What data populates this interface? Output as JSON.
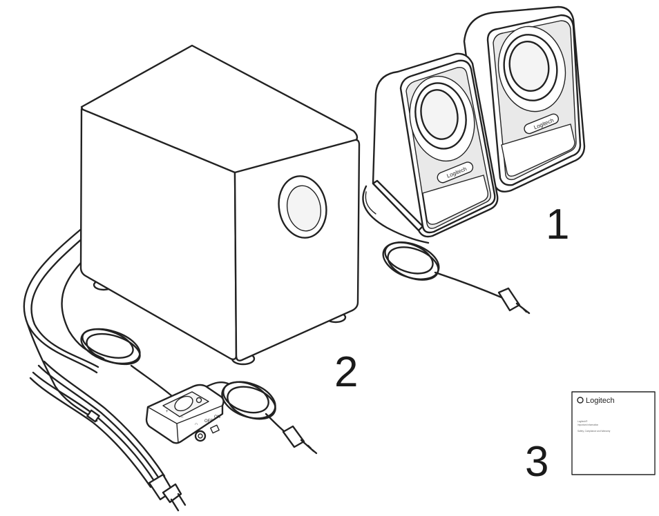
{
  "callouts": {
    "satellites": "1",
    "subwoofer": "2",
    "booklet": "3"
  },
  "speaker_logo": "Logitech",
  "booklet": {
    "logo": "Logitech",
    "line1": "Logitech®",
    "line2": "Important information",
    "line3": "Safety, Compliance and Warranty"
  },
  "control_pod": {
    "plus": "+",
    "minus": "–",
    "off_label": "OFF",
    "on_label": "ON"
  },
  "icons": [
    "power-icon",
    "headphone-icon",
    "logitech-logo-icon"
  ],
  "colors": {
    "line": "#222222",
    "panel": "#e9e9e9",
    "background": "#ffffff"
  }
}
